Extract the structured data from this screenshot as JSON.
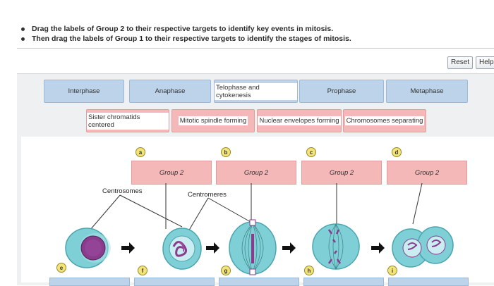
{
  "instructions": [
    "Drag the labels of Group 2 to their respective targets to identify key events in mitosis.",
    "Then drag the labels of Group 1 to their respective targets to identify the stages of mitosis."
  ],
  "buttons": {
    "reset": "Reset",
    "help": "Help"
  },
  "group1_labels": [
    "Interphase",
    "Anaphase",
    "Telophase and cytokenesis",
    "Prophase",
    "Metaphase"
  ],
  "group2_labels": [
    "Sister chromatids centered",
    "Mitotic spindle forming",
    "Nuclear envelopes forming",
    "Chromosomes separating"
  ],
  "diagram": {
    "targets": [
      {
        "badge": "a",
        "text": "Group 2"
      },
      {
        "badge": "b",
        "text": "Group 2"
      },
      {
        "badge": "c",
        "text": "Group 2"
      },
      {
        "badge": "d",
        "text": "Group 2"
      }
    ],
    "labels": {
      "centrosomes": "Centrosomes",
      "centromeres": "Centromeres"
    },
    "bottom_badges": [
      "e",
      "f",
      "g",
      "h",
      "i"
    ]
  },
  "colors": {
    "group1": "#bcd3ea",
    "group2": "#f5b8b8",
    "cell_outer": "#7fd0d6",
    "cell_inner": "#a9e2e6",
    "chromatin": "#8a3c8c",
    "badge": "#f3e47a"
  }
}
